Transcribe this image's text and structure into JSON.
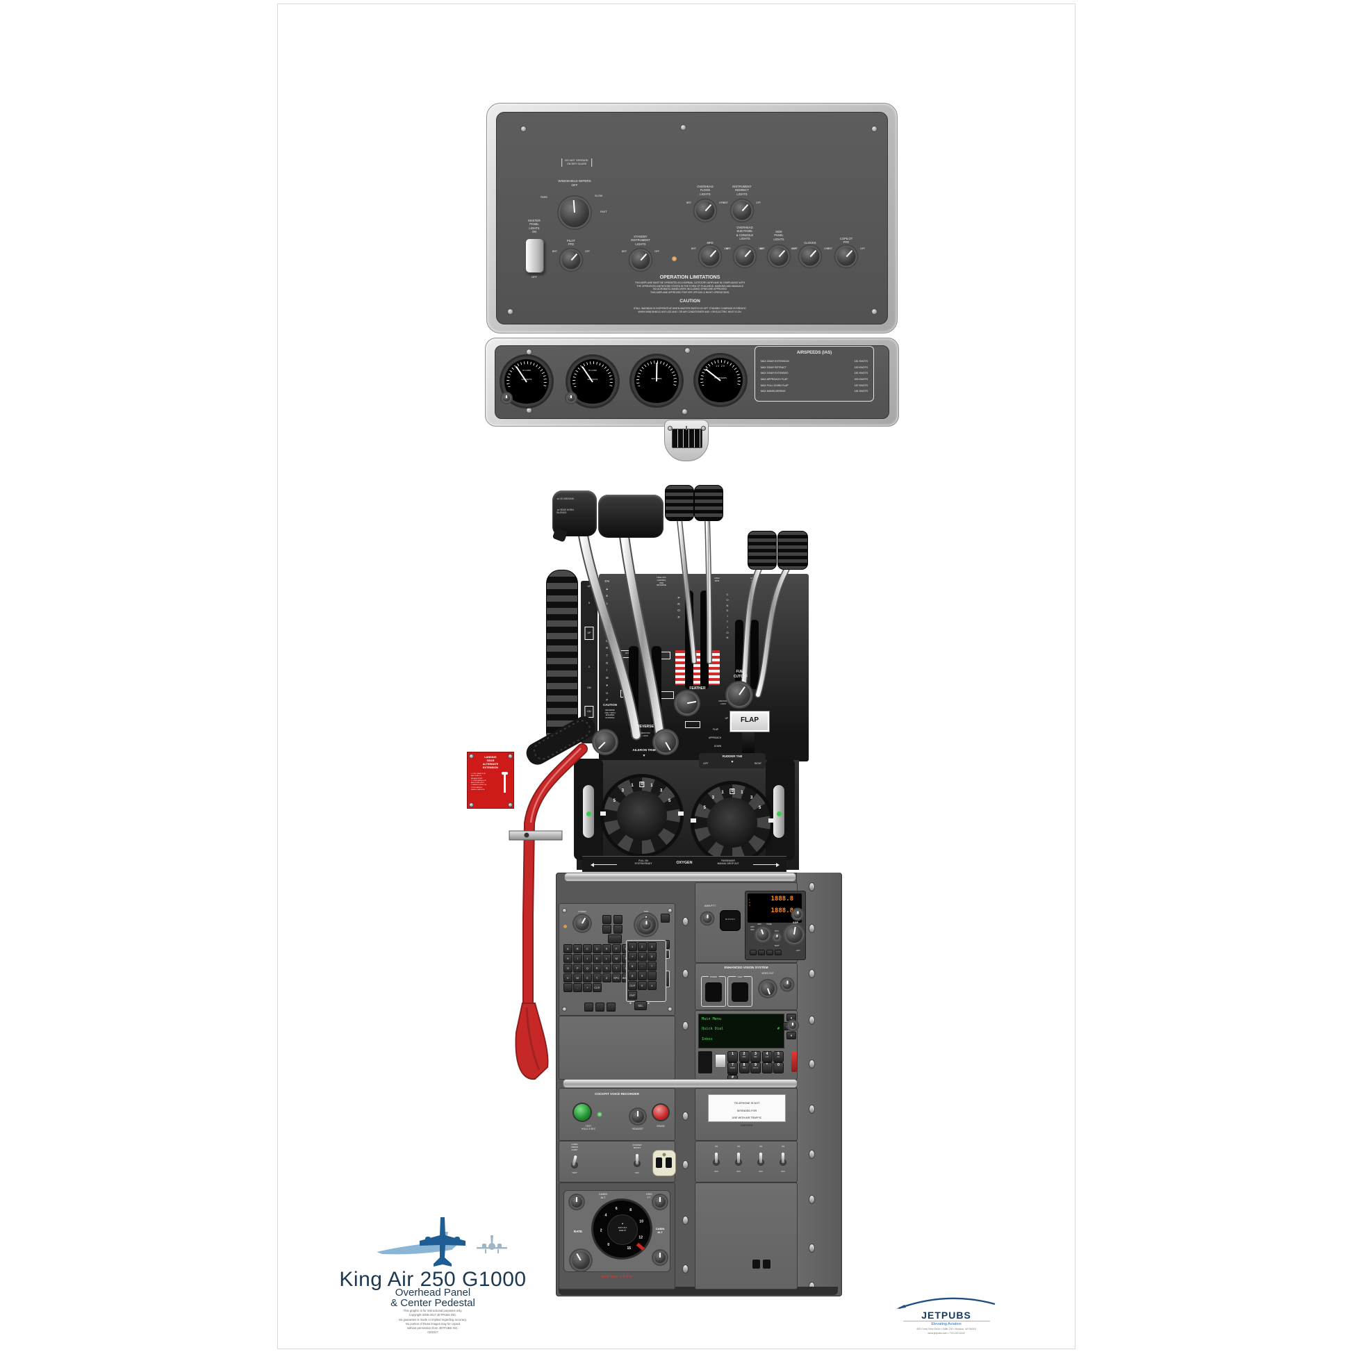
{
  "overhead": {
    "bracket": "DO NOT OPERATE\nON DRY GLASS",
    "wipers": {
      "label": "WINDSHIELD WIPERS\nOFF",
      "park": "PARK",
      "slow": "SLOW",
      "fast": "FAST"
    },
    "master": {
      "label": "MASTER\nPANEL\nLIGHTS\nON",
      "off": "OFF"
    },
    "brt": "BRT",
    "off": "OFF",
    "knobs": [
      {
        "label": "PILOT\nPFD"
      },
      {
        "label": "STANDBY\nINSTRUMENT\nLIGHTS"
      },
      {
        "label": "MFD"
      },
      {
        "label": "OVERHEAD\nSUB PANEL\n& CONSOLE\nLIGHTS"
      },
      {
        "label": "SIDE\nPANEL\nLIGHTS"
      },
      {
        "label": "CLOCKS"
      },
      {
        "label": "COPILOT\nPFD"
      },
      {
        "label": "OVERHEAD\nFLOOD\nLIGHTS"
      },
      {
        "label": "INSTRUMENT\nINDIRECT\nLIGHTS"
      }
    ],
    "oplim_title": "OPERATION LIMITATIONS",
    "oplim_lines": "THIS AIRPLANE MUST BE OPERATED AS A NORMAL CATEGORY AIRPLANE IN COMPLIANCE WITH\nTHE OPERATION LIMITATIONS STATED IN THE FORM OF PLACARDS, MARKING AND MANUALS\nNO ACROBATIC MANEUVERS INCLUDING SPINS ARE APPROVED\nTHIS AIRPLANE APPROVED FOR VFR, IFR DAY & NIGHT OPERATIONS.",
    "caution_title": "CAUTION",
    "caution_lines": "STALL WARNING IS INOPERATIVE WHEN MASTER SWITCH IS OFF. STANDBY COMPASS IS ERRATIC\nWHEN WINDSHIELD ANTI-ICE AND / OR AIR CONDITIONER AND / OR ELECTRIC HEAT IS ON.",
    "gauges": [
      {
        "top": "% LOAD",
        "bottom": "DC VOLTS"
      },
      {
        "top": "% LOAD",
        "bottom": "DC VOLTS"
      },
      {
        "top": "",
        "bottom": "BAT AMPS"
      },
      {
        "top": "10      20",
        "bottom": "PROP AMPS"
      }
    ],
    "airspeeds": {
      "title": "AIRSPEEDS (IAS)",
      "rows": [
        {
          "name": "MAX GEAR EXTENSION",
          "value": "181 KNOTS"
        },
        {
          "name": "MAX GEAR RETRACT",
          "value": "163 KNOTS"
        },
        {
          "name": "MAX GEAR EXTENDED",
          "value": "181 KNOTS"
        },
        {
          "name": "MAX APPROACH FLAP",
          "value": "200 KNOTS"
        },
        {
          "name": "MAX FULL DOWN FLAP",
          "value": "157 KNOTS"
        },
        {
          "name": "MAX MANEUVERING",
          "value": "181 KNOTS"
        }
      ]
    }
  },
  "quadrant": {
    "go_around": "◄ GO AROUND",
    "gear_horn": "◄ GEAR HORN\nSILENCE",
    "elevator_col": "DN\n▲\nE\nL\nE\nV\nA\nT\nO\nR\nT\nR\nI\nM\n▼\nU\nP",
    "elev_scale": [
      "UP",
      "5",
      "UP",
      "0",
      "DN",
      "DN",
      "5"
    ],
    "takeoff": "TAKE OFF\nLANDING\nAND\nREVERSE",
    "high_rpm": "HIGH\nRPM",
    "high_idle": "HIGH\nIDLE",
    "low_idle": "LOW\nIDLE",
    "prop": "P\nR\nO\nP",
    "condition": "C\nO\nN\nD\nI\nT\nI\nO\nN",
    "feather": "FEATHER",
    "fuel_cutoff": "FUEL\nCUTOFF",
    "friction": "FRICTION\nLOCK",
    "reverse": "REVERSE",
    "caution_title": "CAUTION",
    "caution_lines": "REVERSE\nONLY WITH\nENGINES\nRUNNING",
    "lift": "LIFT",
    "flap": "FLAP",
    "flap_positions": [
      "UP",
      "FLAP",
      "APPROACH",
      "DOWN"
    ],
    "aileron": "AILERON TRIM",
    "rudder": "RUDDER TAB",
    "left": "LEFT",
    "right": "RIGHT",
    "trim_scale": [
      "5",
      "3",
      "1",
      "0",
      "1",
      "3",
      "5"
    ],
    "oxy_left": "PULL ON\nSYSTEM READY",
    "oxy_center": "OXYGEN",
    "oxy_right": "PASSENGER\nMANUAL DROP OUT"
  },
  "gear": {
    "title": "LANDING\nGEAR\nALTERNATE\nEXTENSION",
    "lines": "1. PULL HANDLE UP\n    AND TURN TO\n    ENGAGE PUMP\n2. PUMP HANDLE UP\n    AND DOWN UNTIL\n    3 GREEN LIGHTS ON\n    STOW HANDLE\n    WHEN COMPLETE"
  },
  "stack": {
    "amb_ptt": "AMB PTT",
    "mission": "MISSION",
    "adf": {
      "frq": "F\nR\nQ",
      "freq1": "1888.8",
      "freq2": "1888.8",
      "ant": "ANT\nOFF",
      "adf1": "ADF",
      "tone": "TONE",
      "sto": "STO",
      "test": "TEST",
      "adf2": "ADF",
      "act": "ACT"
    },
    "pcu": {
      "power": "POWER",
      "fms": "FMS",
      "sel": "SEL",
      "letters": [
        "A",
        "B",
        "C",
        "D",
        "E",
        "F",
        "G",
        "H",
        "I",
        "J",
        "K",
        "L",
        "M",
        "N",
        "O",
        "P",
        "Q",
        "R",
        "S",
        "T",
        "U",
        "V",
        "W",
        "X",
        "Y",
        "Z",
        "SPC",
        "BKSP",
        ".",
        "-",
        "+",
        "CLR"
      ],
      "numpad": [
        "1",
        "2",
        "3",
        "+",
        "4",
        "5",
        "6",
        "-",
        "7",
        "8",
        "9",
        ".",
        "CLR",
        "0",
        "±",
        "ENT"
      ]
    },
    "evs": {
      "title": "ENHANCED VISION SYSTEM",
      "video_out": "VIDEO OUT",
      "power": "POWER",
      "view": "VIEW"
    },
    "phone": {
      "lcd1": "Main Menu",
      "lcd2": "Quick Dial",
      "lcd3": "Inbox",
      "hash": "#",
      "keys_top": [
        {
          "d": "1",
          "l": ""
        },
        {
          "d": "2",
          "l": "ABC"
        },
        {
          "d": "3",
          "l": "DEF"
        },
        {
          "d": "4",
          "l": "GHI"
        },
        {
          "d": "5",
          "l": "JKL"
        },
        {
          "d": "6",
          "l": "MNO"
        }
      ],
      "keys_bottom": [
        {
          "d": "7",
          "l": "PQRS"
        },
        {
          "d": "8",
          "l": "TUV"
        },
        {
          "d": "9",
          "l": "WXYZ"
        },
        {
          "d": "*",
          "l": ""
        },
        {
          "d": "0",
          "l": ""
        },
        {
          "d": "#",
          "l": ""
        }
      ]
    },
    "placard": "TELEPHONE IS NOT INTENDED FOR\nUSE WITH AIR TRAFFIC CONTROL",
    "cvr": {
      "title": "COCKPIT VOICE RECORDER",
      "test": "TEST\nHOLD 3 SEC",
      "headset": "HEADSET",
      "erase": "ERASE"
    },
    "row": {
      "dump": "CABIN\nPRESS\nDUMP",
      "test": "TEST",
      "boost": "RUDDER\nBOOST",
      "off": "OFF"
    },
    "tog": {
      "on": "ON",
      "off": "OFF"
    },
    "cabin": {
      "alt1": "CABIN\nALT",
      "ft": "1000\nFT",
      "rate": "RATE",
      "alt2": "CABIN\nALT",
      "center": "ACFT ALT\n1000 FT",
      "nums": [
        "0",
        "2",
        "4",
        "6",
        "8",
        "10",
        "12",
        "15"
      ],
      "red": "MAX DIFF 6.6 PSI"
    }
  },
  "footer": {
    "title": "King Air 250 G1000",
    "sub1": "Overhead Panel",
    "sub2": "& Center Pedestal",
    "fine": "This graphic is for instructional purposes only.\nCopyright 2005-2017 JETPUBS INC.\nNo guarantee is made or implied regarding accuracy.\nNo portion of these images may be copied\nwithout permission from JETPUBS INC.\n02/2017"
  },
  "jetpubs": {
    "name": "JETPUBS",
    "tagline": "Elevating Aviation",
    "addr1": "900 Crest View Drive • Suite 130 • Hudson, WI 54016",
    "addr2": "www.jetpubs.com • 715.220.4232"
  }
}
